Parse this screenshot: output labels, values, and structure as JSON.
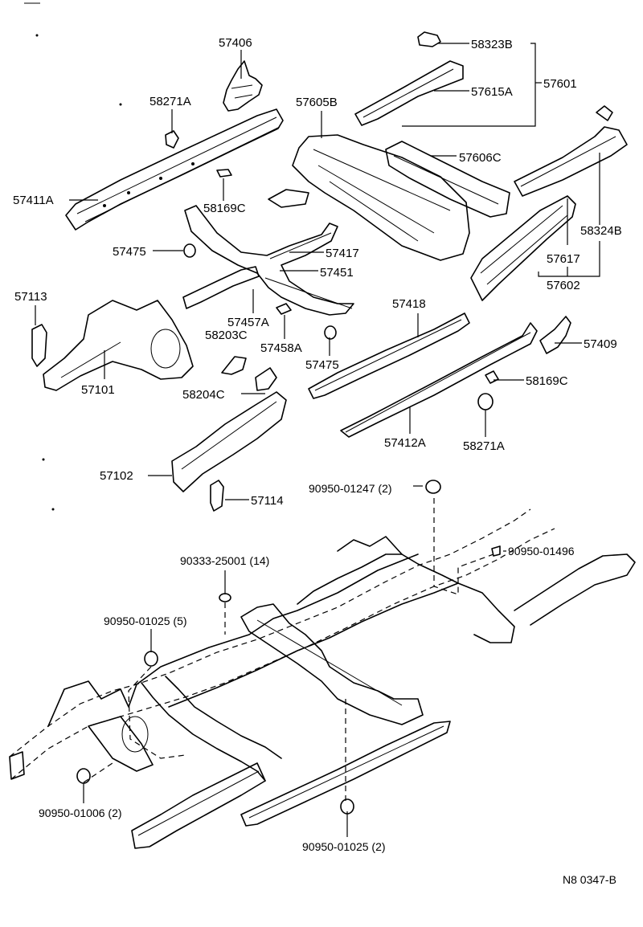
{
  "parts": [
    {
      "id": "p57406",
      "text": "57406"
    },
    {
      "id": "p58271A_top",
      "text": "58271A"
    },
    {
      "id": "p57411A",
      "text": "57411A"
    },
    {
      "id": "p58169C_top",
      "text": "58169C"
    },
    {
      "id": "p58323B",
      "text": "58323B"
    },
    {
      "id": "p57605B",
      "text": "57605B"
    },
    {
      "id": "p57615A",
      "text": "57615A"
    },
    {
      "id": "p57601",
      "text": "57601"
    },
    {
      "id": "p57606C",
      "text": "57606C"
    },
    {
      "id": "p58324B",
      "text": "58324B"
    },
    {
      "id": "p57617",
      "text": "57617"
    },
    {
      "id": "p57602",
      "text": "57602"
    },
    {
      "id": "p57475_a",
      "text": "57475"
    },
    {
      "id": "p57417",
      "text": "57417"
    },
    {
      "id": "p57451",
      "text": "57451"
    },
    {
      "id": "p57113",
      "text": "57113"
    },
    {
      "id": "p57457A",
      "text": "57457A"
    },
    {
      "id": "p58203C",
      "text": "58203C"
    },
    {
      "id": "p57458A",
      "text": "57458A"
    },
    {
      "id": "p57475_b",
      "text": "57475"
    },
    {
      "id": "p57418",
      "text": "57418"
    },
    {
      "id": "p57101",
      "text": "57101"
    },
    {
      "id": "p58204C",
      "text": "58204C"
    },
    {
      "id": "p57409",
      "text": "57409"
    },
    {
      "id": "p58169C_bot",
      "text": "58169C"
    },
    {
      "id": "p57412A",
      "text": "57412A"
    },
    {
      "id": "p58271A_bot",
      "text": "58271A"
    },
    {
      "id": "p57102",
      "text": "57102"
    },
    {
      "id": "p57114",
      "text": "57114"
    },
    {
      "id": "p90950_01247",
      "text": "90950-01247 (2)"
    },
    {
      "id": "p90950_01496",
      "text": "90950-01496"
    },
    {
      "id": "p90333_25001",
      "text": "90333-25001 (14)"
    },
    {
      "id": "p90950_01025_5",
      "text": "90950-01025 (5)"
    },
    {
      "id": "p90950_01006",
      "text": "90950-01006 (2)"
    },
    {
      "id": "p90950_01025_2",
      "text": "90950-01025 (2)"
    }
  ],
  "figure_code": "N8 0347-B"
}
